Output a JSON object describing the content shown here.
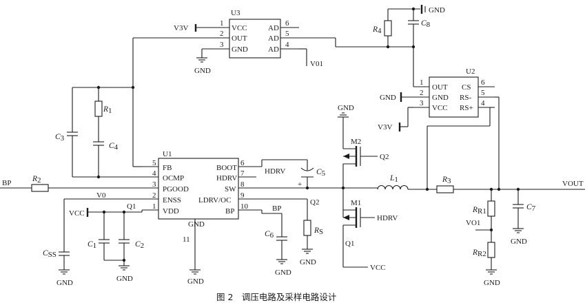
{
  "caption": "图 2　调压电路及采样电路设计",
  "u1": {
    "label": "U1",
    "left_pins": [
      {
        "num": "5",
        "name": "FB"
      },
      {
        "num": "4",
        "name": "OCMP"
      },
      {
        "num": "3",
        "name": "PGOOD"
      },
      {
        "num": "2",
        "name": "ENSS"
      },
      {
        "num": "1",
        "name": "VDD"
      }
    ],
    "right_pins": [
      {
        "num": "6",
        "name": "BOOT"
      },
      {
        "num": "7",
        "name": "HDRV"
      },
      {
        "num": "8",
        "name": "SW"
      },
      {
        "num": "9",
        "name": "LDRV/OC"
      },
      {
        "num": "10",
        "name": "BP"
      }
    ],
    "bottom_pin": {
      "num": "11",
      "name": "GND"
    }
  },
  "u2": {
    "label": "U2",
    "left_pins": [
      {
        "num": "1",
        "name": "OUT"
      },
      {
        "num": "2",
        "name": "GND"
      },
      {
        "num": "3",
        "name": "VCC"
      }
    ],
    "right_pins": [
      {
        "num": "6",
        "name": "CS"
      },
      {
        "num": "5",
        "name": "RS-"
      },
      {
        "num": "4",
        "name": "RS+"
      }
    ]
  },
  "u3": {
    "label": "U3",
    "left_pins": [
      {
        "num": "1",
        "name": "VCC"
      },
      {
        "num": "2",
        "name": "OUT"
      },
      {
        "num": "3",
        "name": "GND"
      }
    ],
    "right_pins": [
      {
        "num": "6",
        "name": "AD"
      },
      {
        "num": "5",
        "name": "AD"
      },
      {
        "num": "4",
        "name": "AD"
      }
    ]
  },
  "nets": {
    "gnd": "GND",
    "v3v": "V3V",
    "vcc": "VCC",
    "v01": "V01",
    "vo1": "VO1",
    "bp": "BP",
    "v0": "V0",
    "vout": "VOUT",
    "hdrv": "HDRV",
    "q1": "Q1",
    "q2": "Q2",
    "bp_net": "BP"
  },
  "components": {
    "r1": {
      "main": "R",
      "sub": "1"
    },
    "r2": {
      "main": "R",
      "sub": "2"
    },
    "r3": {
      "main": "R",
      "sub": "3"
    },
    "r4": {
      "main": "R",
      "sub": "4"
    },
    "rs": {
      "main": "R",
      "sub": "S"
    },
    "rr1": {
      "main": "R",
      "sub": "R1"
    },
    "rr2": {
      "main": "R",
      "sub": "R2"
    },
    "c1": {
      "main": "C",
      "sub": "1"
    },
    "c2": {
      "main": "C",
      "sub": "2"
    },
    "c3": {
      "main": "C",
      "sub": "3"
    },
    "c4": {
      "main": "C",
      "sub": "4"
    },
    "c5": {
      "main": "C",
      "sub": "5"
    },
    "c6": {
      "main": "C",
      "sub": "6"
    },
    "c7": {
      "main": "C",
      "sub": "7"
    },
    "c8": {
      "main": "C",
      "sub": "8"
    },
    "css": {
      "main": "C",
      "sub": "SS"
    },
    "l1": {
      "main": "L",
      "sub": "1"
    },
    "m1": "M1",
    "m2": "M2",
    "plus": "+"
  }
}
